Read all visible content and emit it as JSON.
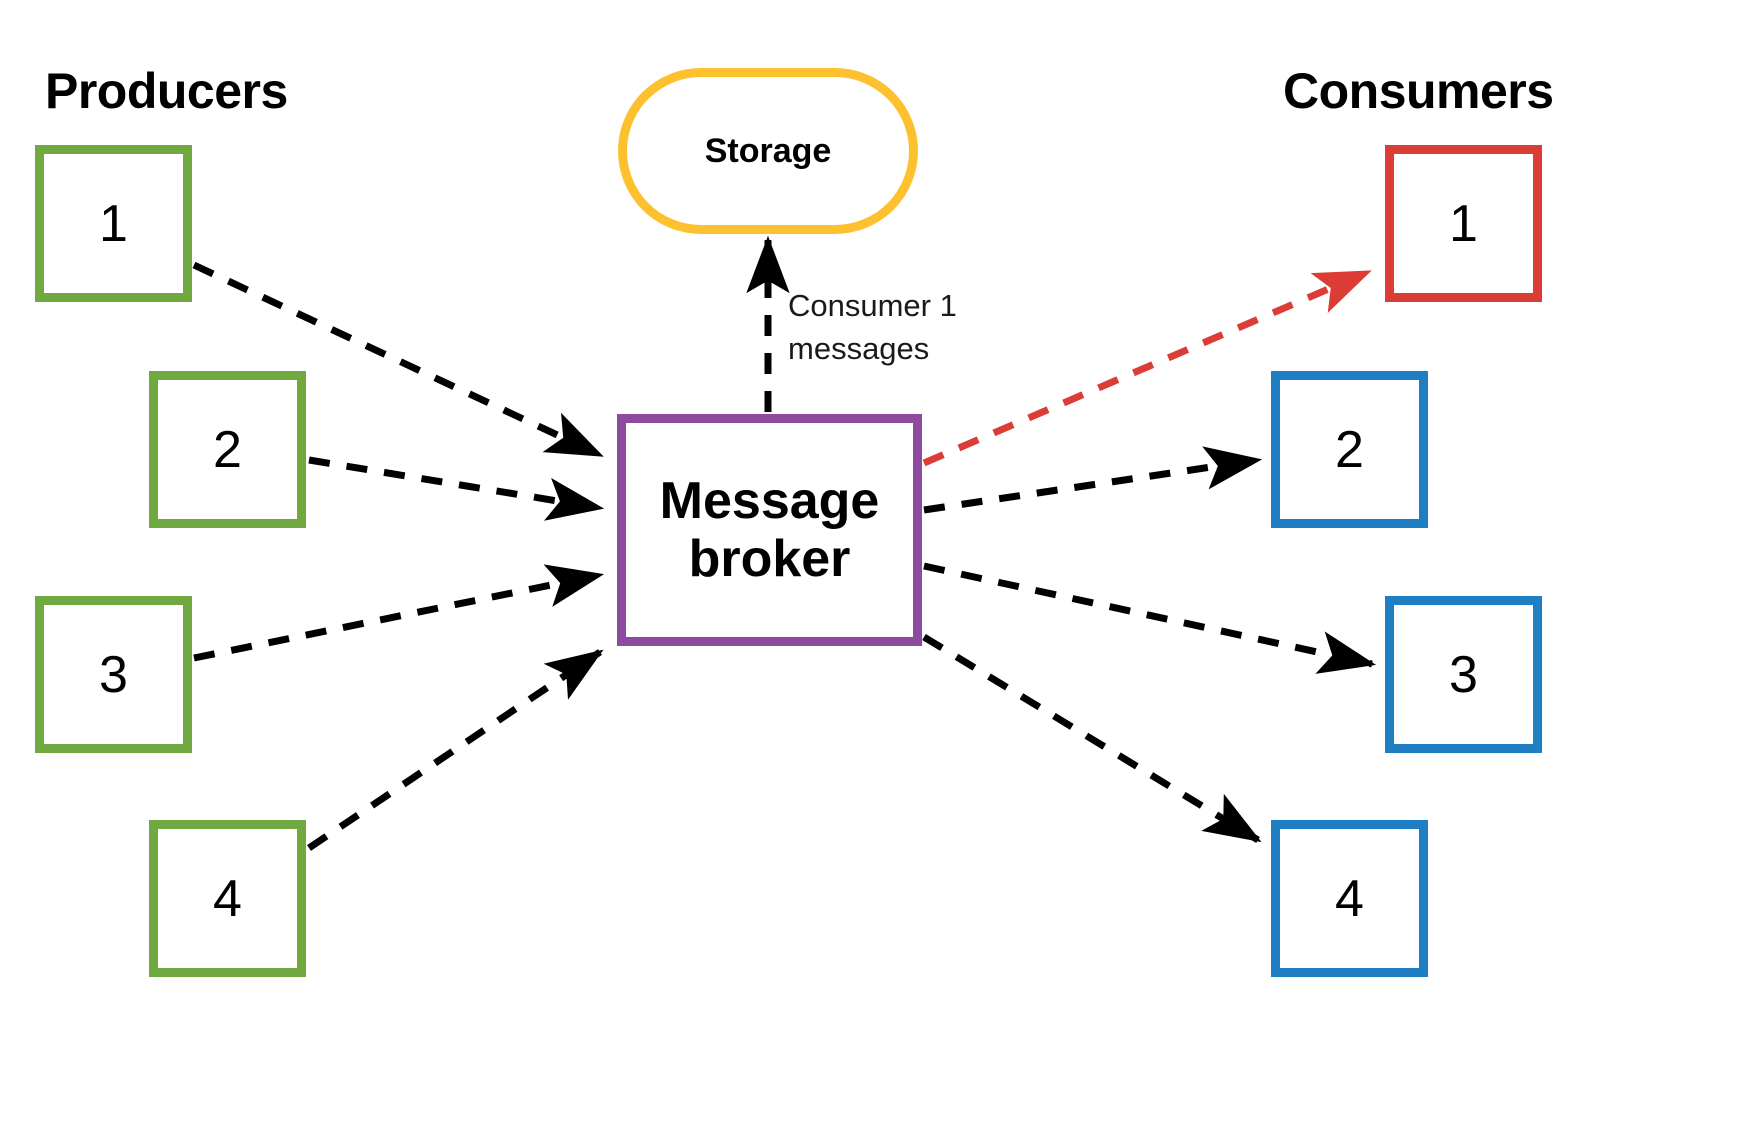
{
  "diagram": {
    "title_producers": "Producers",
    "title_consumers": "Consumers",
    "broker_label": "Message\nbroker",
    "storage_label": "Storage",
    "storage_edge_label": "Consumer 1\nmessages",
    "colors": {
      "producer": "#6fa93f",
      "consumer": "#1f7fc4",
      "consumer_highlight": "#dc3c36",
      "broker": "#8e4a9e",
      "storage": "#fdc130",
      "edge": "#000000",
      "edge_highlight": "#dc3c36",
      "background": "#ffffff"
    }
  },
  "producers": [
    {
      "label": "1"
    },
    {
      "label": "2"
    },
    {
      "label": "3"
    },
    {
      "label": "4"
    }
  ],
  "consumers": [
    {
      "label": "1"
    },
    {
      "label": "2"
    },
    {
      "label": "3"
    },
    {
      "label": "4"
    }
  ]
}
